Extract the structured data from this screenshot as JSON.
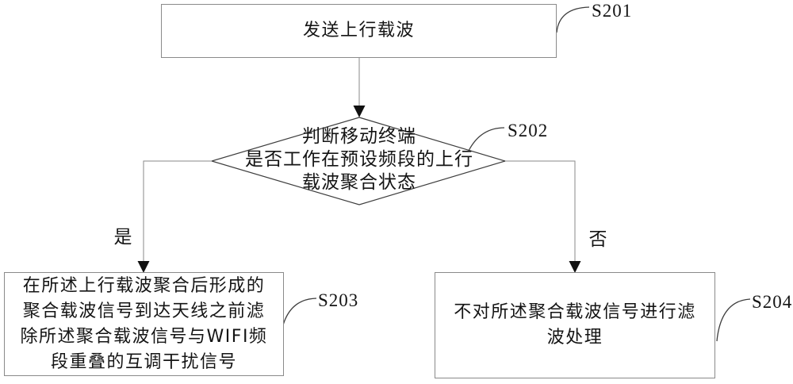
{
  "figure": {
    "background": "#ffffff",
    "connector_color": "#8a8a8a",
    "outline_color": "#3d3d3d",
    "text_color": "#141414"
  },
  "flow": {
    "step1": {
      "text": "发送上行载波",
      "ref": "S201"
    },
    "decision": {
      "text": "判断移动终端\n是否工作在预设频段的上行\n载波聚合状态",
      "ref": "S202"
    },
    "branch_yes": "是",
    "branch_no": "否",
    "step3": {
      "text": "在所述上行载波聚合后形成的\n聚合载波信号到达天线之前滤\n除所述聚合载波信号与WIFI频\n段重叠的互调干扰信号",
      "ref": "S203"
    },
    "step4": {
      "text": "不对所述聚合载波信号进行滤\n波处理",
      "ref": "S204"
    }
  }
}
